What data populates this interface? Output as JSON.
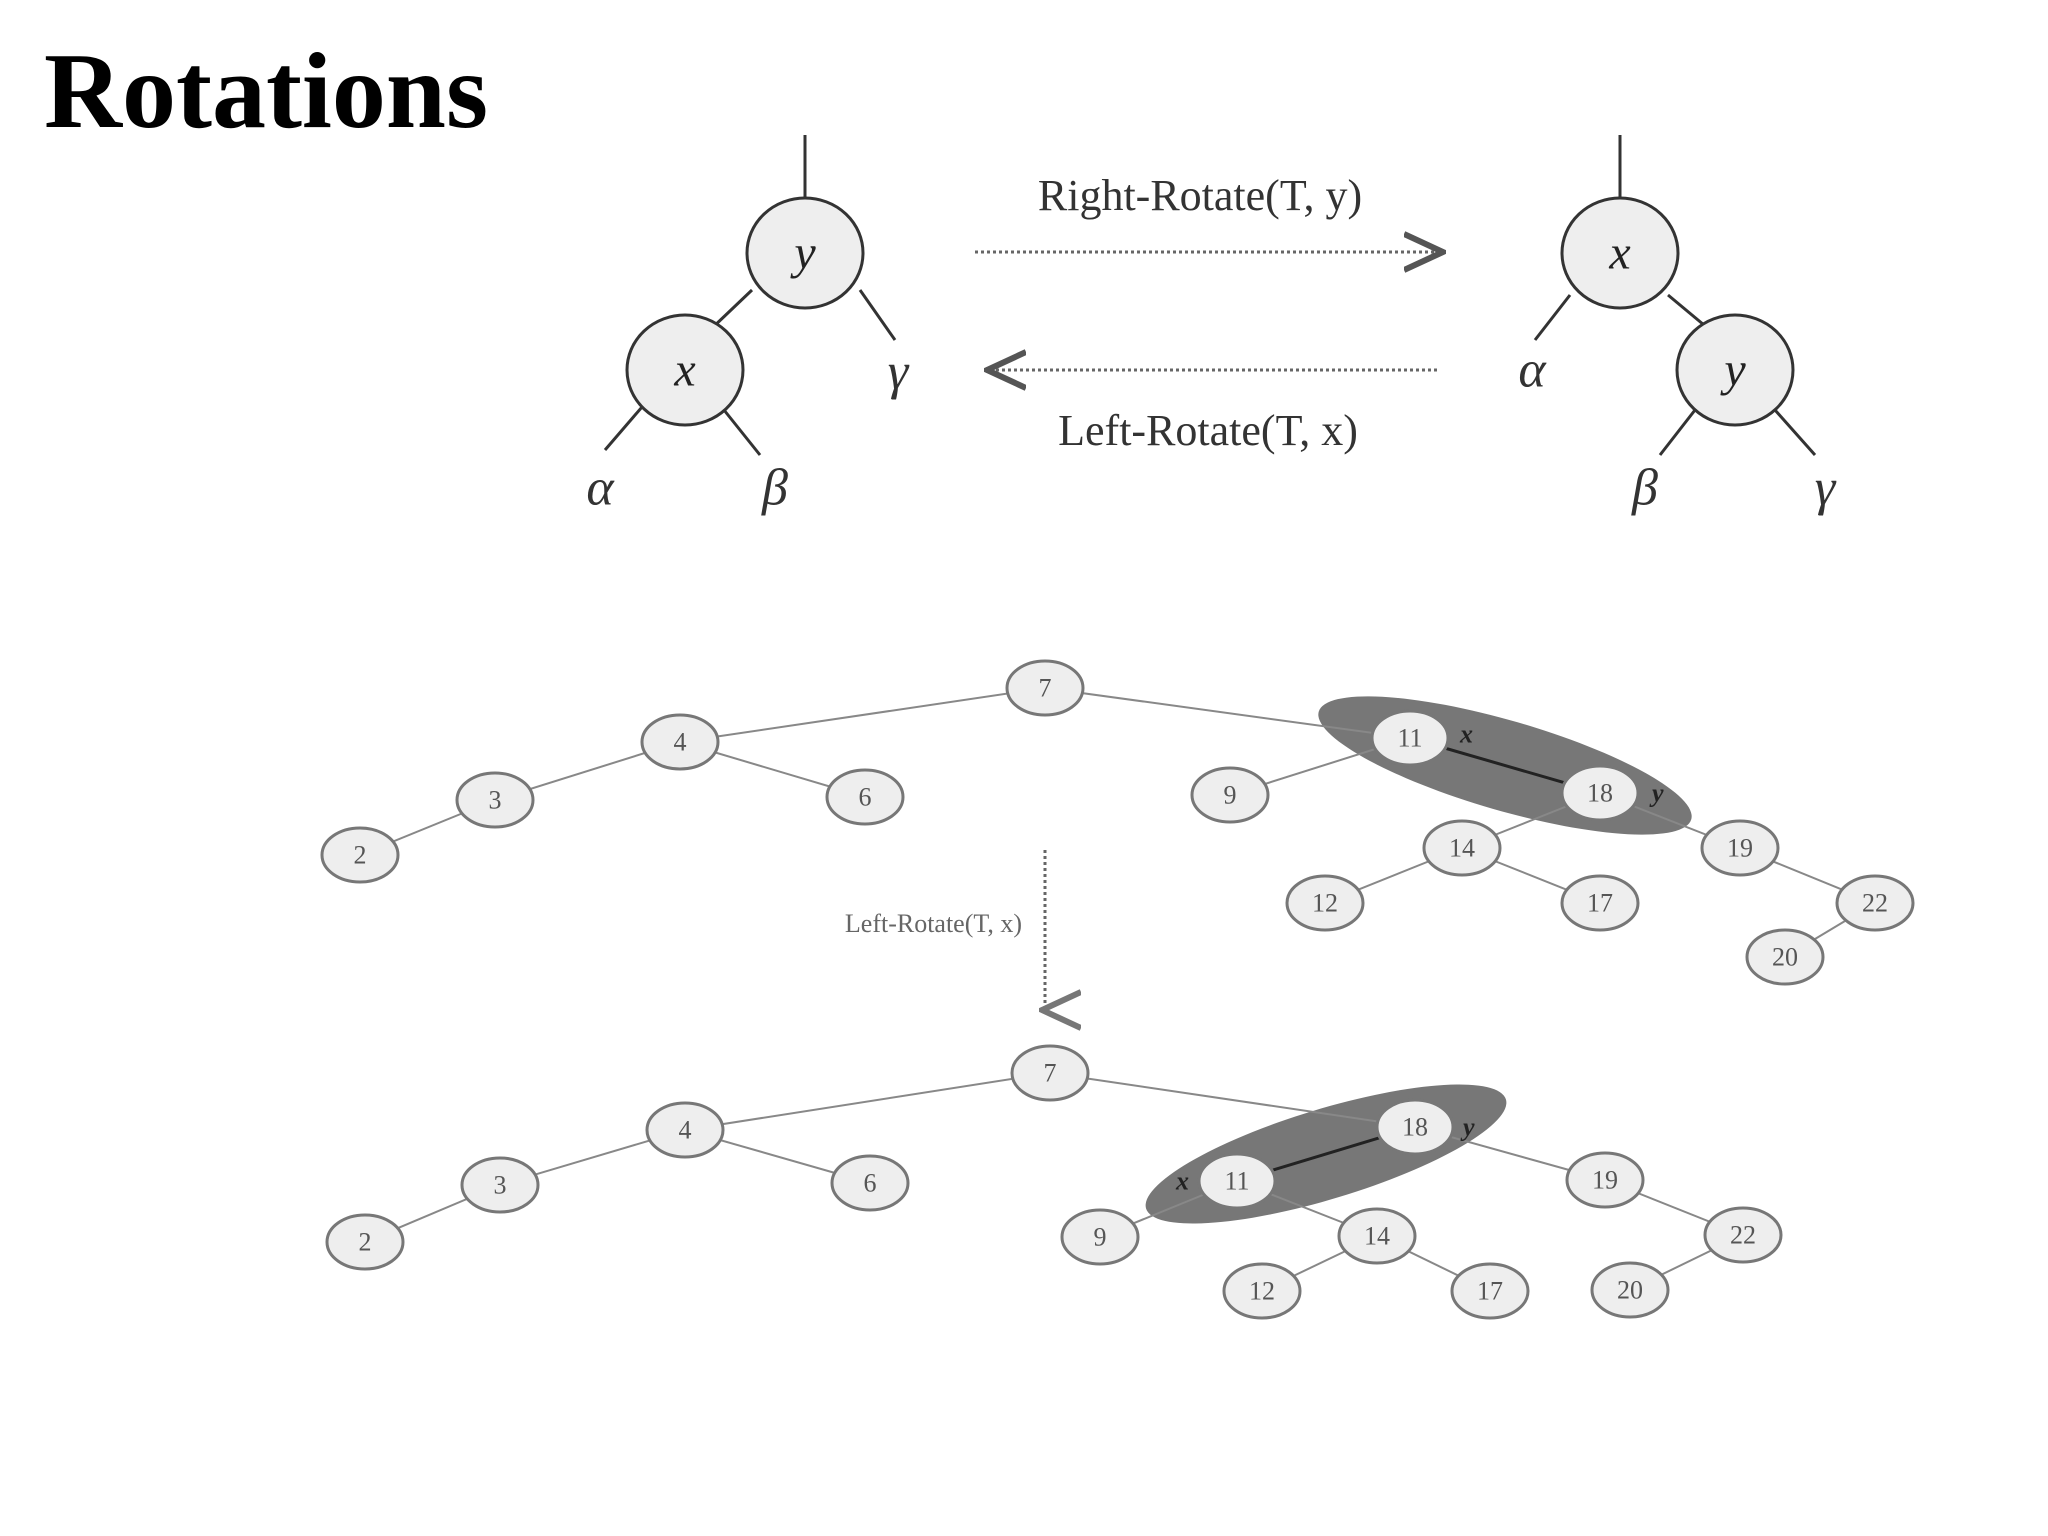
{
  "slide": {
    "title": "Rotations"
  },
  "top_diagram": {
    "right_rotate_label": "Right-Rotate(T, y)",
    "left_rotate_label": "Left-Rotate(T, x)",
    "left_tree": {
      "root": "y",
      "child": "x",
      "alpha": "α",
      "beta": "β",
      "gamma": "γ"
    },
    "right_tree": {
      "root": "x",
      "child": "y",
      "alpha": "α",
      "beta": "β",
      "gamma": "γ"
    }
  },
  "example": {
    "operation_label": "Left-Rotate(T, x)",
    "pointer_x": "x",
    "pointer_y": "y",
    "before": {
      "nodes": [
        "7",
        "4",
        "3",
        "2",
        "6",
        "11",
        "9",
        "18",
        "14",
        "12",
        "17",
        "19",
        "22",
        "20"
      ],
      "edges": [
        [
          "7",
          "4"
        ],
        [
          "4",
          "3"
        ],
        [
          "3",
          "2"
        ],
        [
          "4",
          "6"
        ],
        [
          "7",
          "11"
        ],
        [
          "11",
          "9"
        ],
        [
          "11",
          "18"
        ],
        [
          "18",
          "14"
        ],
        [
          "14",
          "12"
        ],
        [
          "14",
          "17"
        ],
        [
          "18",
          "19"
        ],
        [
          "19",
          "22"
        ],
        [
          "22",
          "20"
        ]
      ],
      "highlighted": [
        "11",
        "18"
      ]
    },
    "after": {
      "nodes": [
        "7",
        "4",
        "3",
        "2",
        "6",
        "18",
        "11",
        "9",
        "14",
        "12",
        "17",
        "19",
        "22",
        "20"
      ],
      "edges": [
        [
          "7",
          "4"
        ],
        [
          "4",
          "3"
        ],
        [
          "3",
          "2"
        ],
        [
          "4",
          "6"
        ],
        [
          "7",
          "18"
        ],
        [
          "18",
          "11"
        ],
        [
          "11",
          "9"
        ],
        [
          "11",
          "14"
        ],
        [
          "14",
          "12"
        ],
        [
          "14",
          "17"
        ],
        [
          "18",
          "19"
        ],
        [
          "19",
          "22"
        ],
        [
          "22",
          "20"
        ]
      ],
      "highlighted": [
        "18",
        "11"
      ]
    }
  }
}
